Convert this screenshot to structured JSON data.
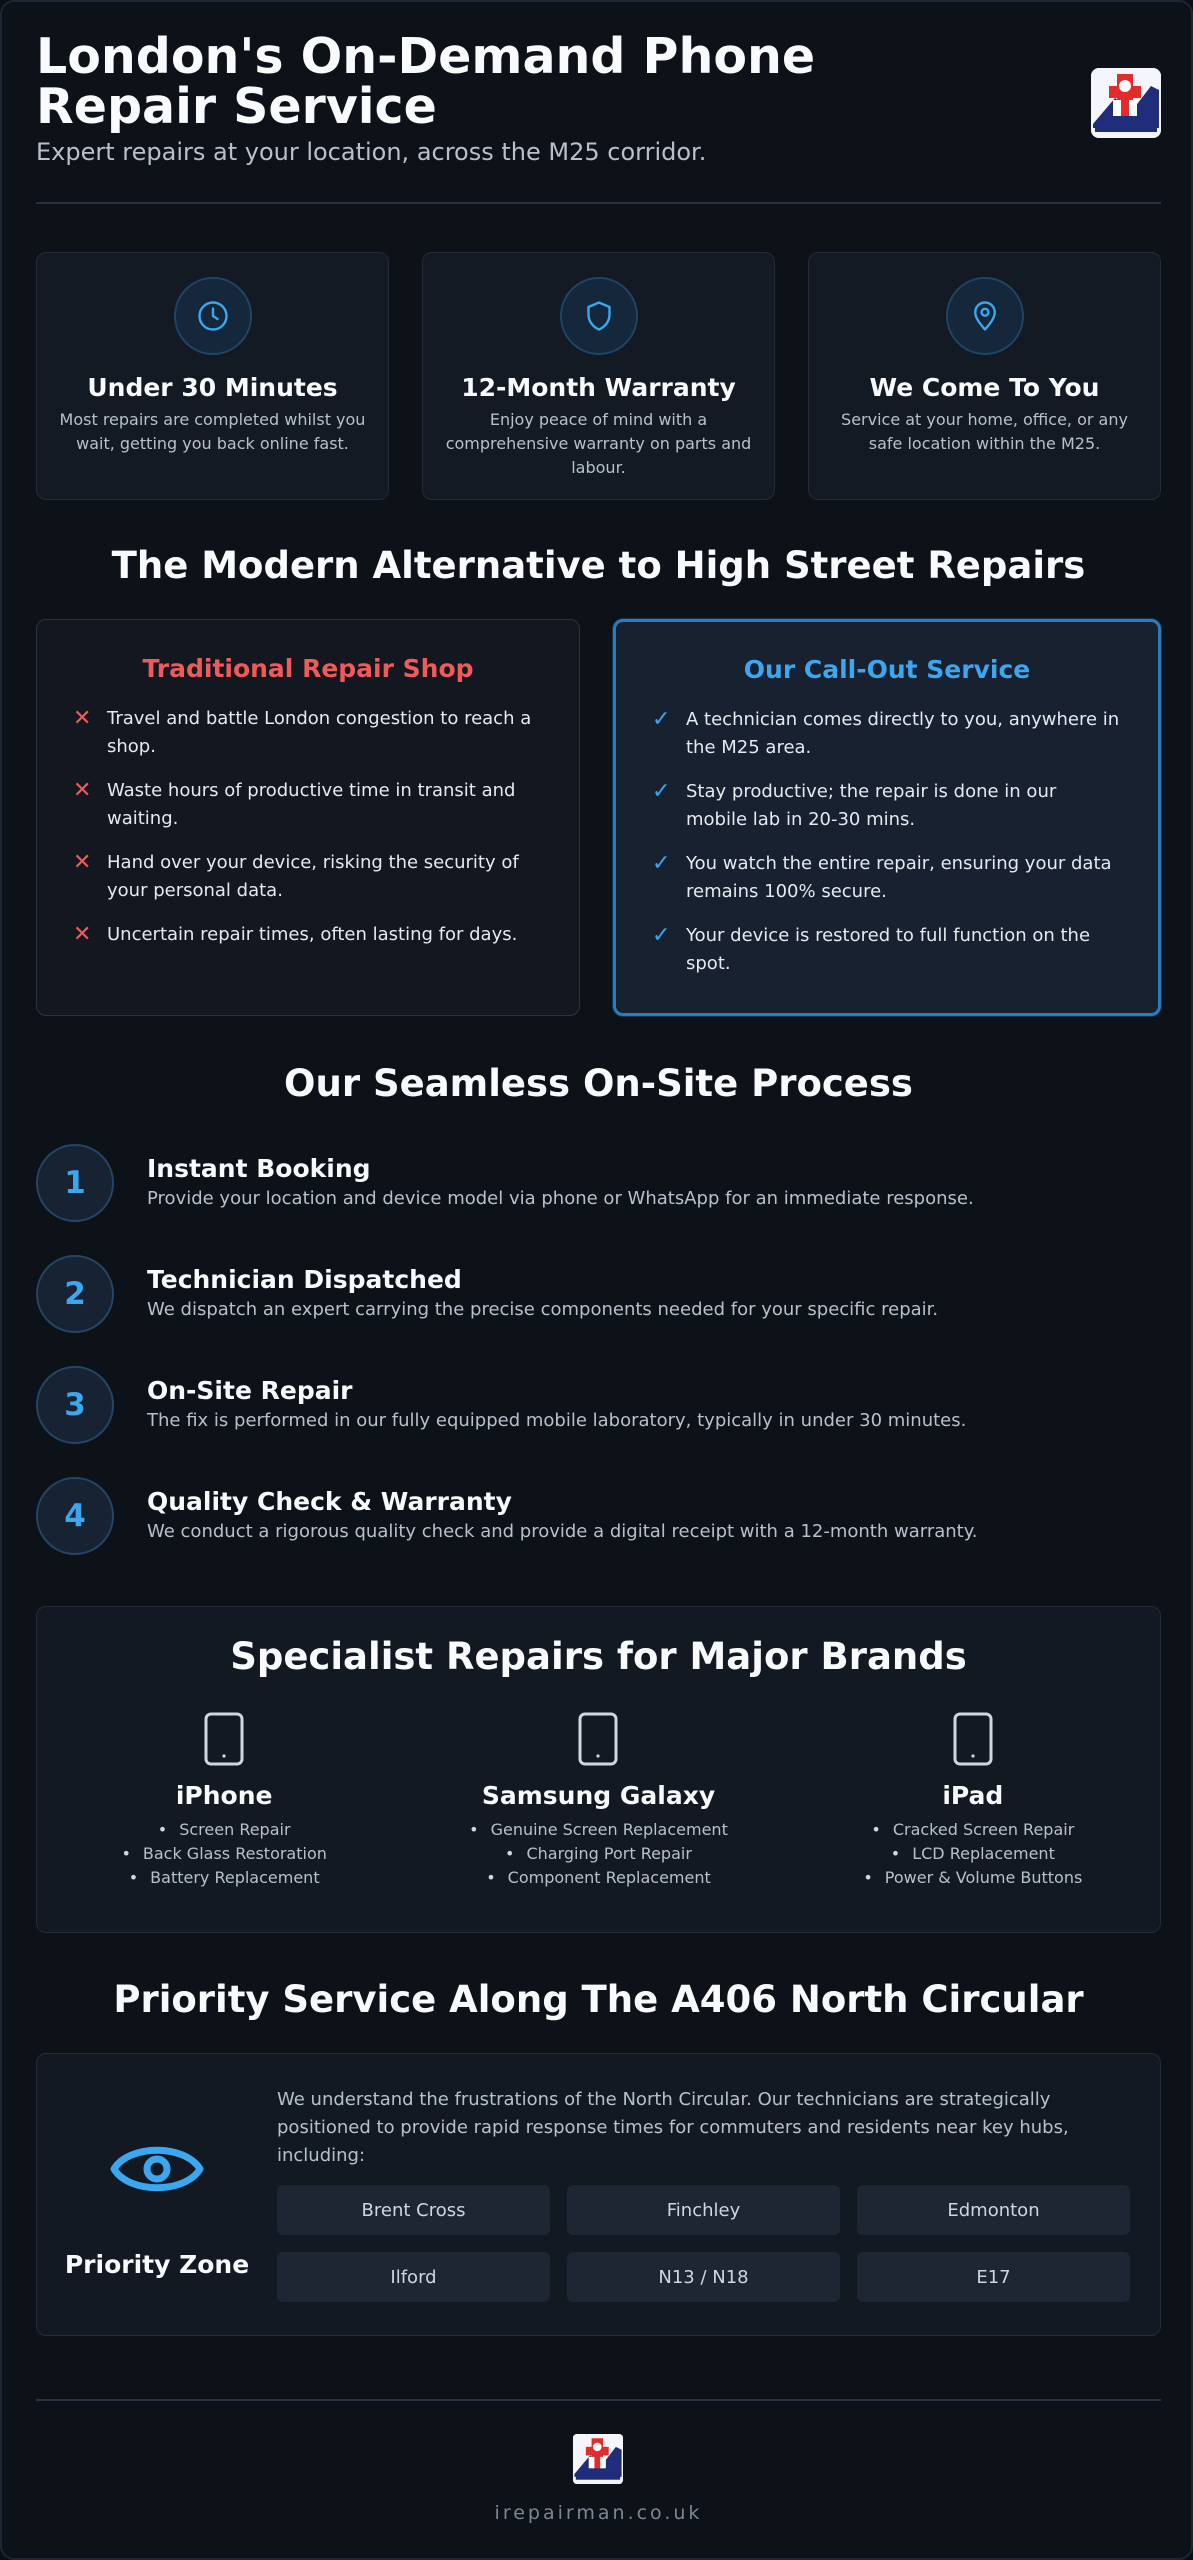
{
  "header": {
    "title": "London's On-Demand Phone Repair Service",
    "subtitle": "Expert repairs at your location, across the M25 corridor.",
    "logo_icon": "irepairman-logo"
  },
  "features": [
    {
      "icon": "clock-icon",
      "title": "Under 30 Minutes",
      "desc": "Most repairs are completed whilst you wait, getting you back online fast."
    },
    {
      "icon": "shield-icon",
      "title": "12-Month Warranty",
      "desc": "Enjoy peace of mind with a comprehensive warranty on parts and labour."
    },
    {
      "icon": "location-pin-icon",
      "title": "We Come To You",
      "desc": "Service at your home, office, or any safe location within the M25."
    }
  ],
  "comparison": {
    "title": "The Modern Alternative to High Street Repairs",
    "traditional": {
      "title": "Traditional Repair Shop",
      "items": [
        "Travel and battle London congestion to reach a shop.",
        "Waste hours of productive time in transit and waiting.",
        "Hand over your device, risking the security of your personal data.",
        "Uncertain repair times, often lasting for days."
      ]
    },
    "callout": {
      "title": "Our Call-Out Service",
      "items": [
        "A technician comes directly to you, anywhere in the M25 area.",
        "Stay productive; the repair is done in our mobile lab in 20-30 mins.",
        "You watch the entire repair, ensuring your data remains 100% secure.",
        "Your device is restored to full function on the spot."
      ]
    }
  },
  "process": {
    "title": "Our Seamless On-Site Process",
    "steps": [
      {
        "num": "1",
        "title": "Instant Booking",
        "desc": "Provide your location and device model via phone or WhatsApp for an immediate response."
      },
      {
        "num": "2",
        "title": "Technician Dispatched",
        "desc": "We dispatch an expert carrying the precise components needed for your specific repair."
      },
      {
        "num": "3",
        "title": "On-Site Repair",
        "desc": "The fix is performed in our fully equipped mobile laboratory, typically in under 30 minutes."
      },
      {
        "num": "4",
        "title": "Quality Check & Warranty",
        "desc": "We conduct a rigorous quality check and provide a digital receipt with a 12-month warranty."
      }
    ]
  },
  "brands": {
    "title": "Specialist Repairs for Major Brands",
    "items": [
      {
        "name": "iPhone",
        "services": [
          "Screen Repair",
          "Back Glass Restoration",
          "Battery Replacement"
        ]
      },
      {
        "name": "Samsung Galaxy",
        "services": [
          "Genuine Screen Replacement",
          "Charging Port Repair",
          "Component Replacement"
        ]
      },
      {
        "name": "iPad",
        "services": [
          "Cracked Screen Repair",
          "LCD Replacement",
          "Power & Volume Buttons"
        ]
      }
    ]
  },
  "priority": {
    "title": "Priority Service Along The A406 North Circular",
    "zone_label": "Priority Zone",
    "text": "We understand the frustrations of the North Circular. Our technicians are strategically positioned to provide rapid response times for commuters and residents near key hubs, including:",
    "hubs": [
      "Brent Cross",
      "Finchley",
      "Edmonton",
      "Ilford",
      "N13 / N18",
      "E17"
    ]
  },
  "footer": {
    "site": "irepairman.co.uk"
  },
  "colors": {
    "accent": "#3aa7f0",
    "negative": "#ef5b5b",
    "background": "#0d1118"
  }
}
